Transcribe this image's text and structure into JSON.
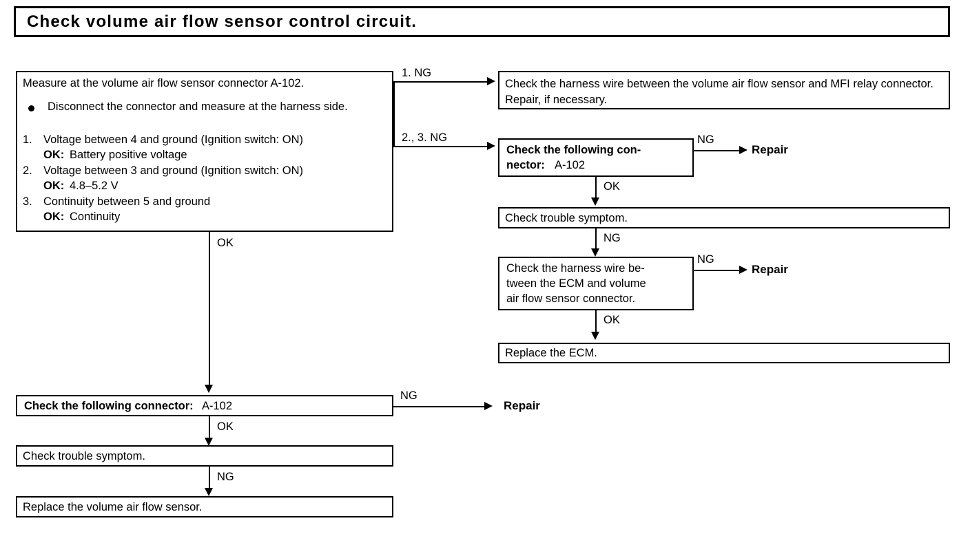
{
  "title": {
    "text": "Check volume air flow sensor control circuit."
  },
  "main_box": {
    "heading": "Measure at the volume air flow sensor connector A-102.",
    "bullet": "Disconnect the connector and measure at the harness side.",
    "steps": [
      {
        "number": "1.",
        "text": "Voltage between 4 and ground (Ignition switch: ON)",
        "ok_label": "OK:",
        "ok_value": "Battery positive voltage"
      },
      {
        "number": "2.",
        "text": "Voltage between 3 and ground (Ignition switch: ON)",
        "ok_label": "OK:",
        "ok_value": "4.8–5.2 V"
      },
      {
        "number": "3.",
        "text": "Continuity between 5 and ground",
        "ok_label": "OK:",
        "ok_value": "Continuity"
      }
    ]
  },
  "branches": {
    "branch1_label": "1. NG",
    "branch2_label": "2., 3. NG",
    "main_ok_label": "OK"
  },
  "right_column": {
    "harness_mfi_box": "Check the harness wire between the volume air flow sensor and MFI relay connector. Repair, if necessary.",
    "connector_box": {
      "bold_text": "Check the following con-",
      "bold_text2": "nector:",
      "value": "A-102"
    },
    "connector_ng_label": "NG",
    "connector_repair": "Repair",
    "connector_ok_label": "OK",
    "trouble_symptom_box": "Check trouble symptom.",
    "trouble_ng_label": "NG",
    "harness_ecm_box": "Check the harness wire be- tween the ECM and volume air flow sensor connector.",
    "harness_ecm_lines": [
      "Check the harness wire be-",
      "tween the ECM and volume",
      "air flow sensor connector."
    ],
    "harness_ng_label": "NG",
    "harness_repair": "Repair",
    "harness_ok_label": "OK",
    "replace_ecm_box": "Replace the ECM."
  },
  "bottom_column": {
    "connector_box_bold": "Check the following connector:",
    "connector_box_value": "A-102",
    "connector_ng_label": "NG",
    "connector_repair": "Repair",
    "connector_ok_label": "OK",
    "trouble_symptom_box": "Check trouble symptom.",
    "trouble_ng_label": "NG",
    "replace_sensor_box": "Replace the volume air flow sensor."
  },
  "colors": {
    "ink": "#000000",
    "paper": "#ffffff"
  }
}
